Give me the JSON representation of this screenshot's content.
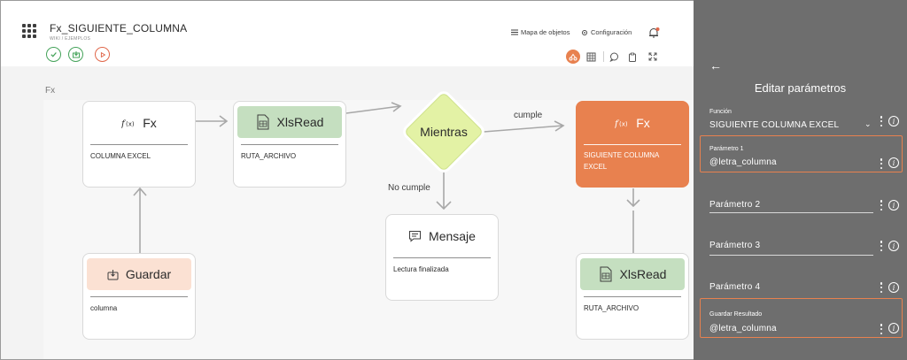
{
  "header": {
    "title": "Fx_SIGUIENTE_COLUMNA",
    "breadcrumb": "WIKI / EJEMPLOS",
    "object_map_label": "Mapa de objetos",
    "settings_label": "Configuración"
  },
  "canvas": {
    "label": "Fx"
  },
  "nodes": {
    "fx1": {
      "title": "Fx",
      "subtitle": "COLUMNA EXCEL"
    },
    "xls1": {
      "title": "XlsRead",
      "subtitle": "RUTA_ARCHIVO"
    },
    "while": {
      "title": "Mientras"
    },
    "fx2": {
      "title": "Fx",
      "subtitle": "SIGUIENTE COLUMNA EXCEL"
    },
    "msg": {
      "title": "Mensaje",
      "subtitle": "Lectura finalizada"
    },
    "save": {
      "title": "Guardar",
      "subtitle": "columna"
    },
    "xls2": {
      "title": "XlsRead",
      "subtitle": "RUTA_ARCHIVO"
    }
  },
  "edges": {
    "yes": "cumple",
    "no": "No cumple"
  },
  "panel": {
    "title": "Editar parámetros",
    "function_label": "Función",
    "function_value": "SIGUIENTE COLUMNA EXCEL",
    "param1_label": "Parámetro 1",
    "param1_value": "@letra_columna",
    "param2_label": "Parámetro 2",
    "param3_label": "Parámetro 3",
    "param4_label": "Parámetro 4",
    "result_label": "Guardar Resultado",
    "result_value": "@letra_columna"
  },
  "colors": {
    "accent": "#e8814f",
    "panel_bg": "#6e6e6e",
    "xls_header": "#c5dfc0",
    "save_header": "#fbe1d3",
    "while_fill": "#e3f2a5",
    "ok_green": "#45a35a"
  },
  "icons": [
    "apps-grid-icon",
    "check-icon",
    "save-local-icon",
    "play-icon",
    "list-icon",
    "gear-icon",
    "bell-icon",
    "flow-icon",
    "table-icon",
    "comment-icon",
    "clipboard-icon",
    "expand-icon",
    "function-icon",
    "spreadsheet-icon",
    "message-icon",
    "save-icon",
    "back-arrow-icon",
    "more-vertical-icon",
    "info-icon",
    "chevron-down-icon"
  ]
}
